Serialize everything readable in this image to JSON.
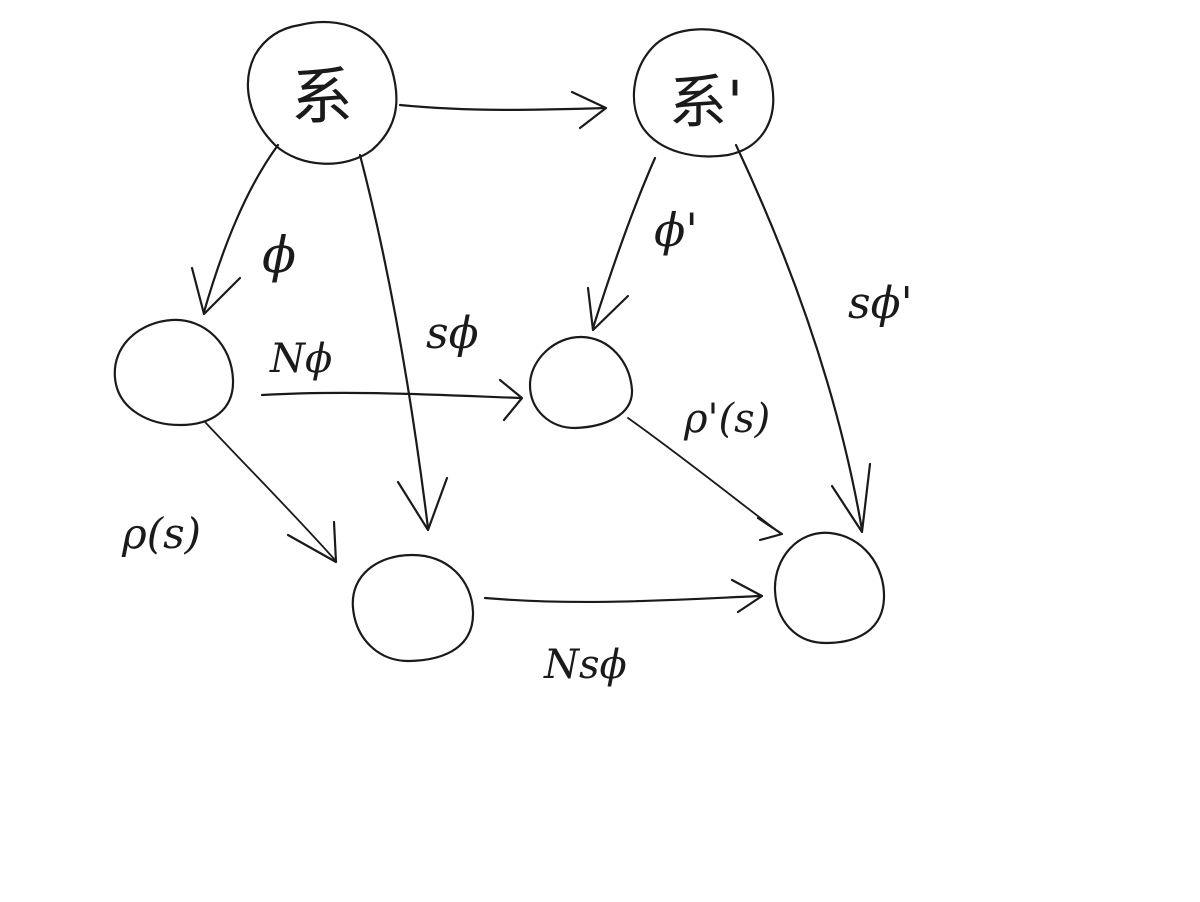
{
  "diagram": {
    "background": "#ffffff",
    "ink": "#1a1a1a",
    "nodes": [
      {
        "id": "sys",
        "label": "系"
      },
      {
        "id": "sys-prime",
        "label": "系'"
      },
      {
        "id": "mid-left",
        "label": ""
      },
      {
        "id": "mid-right",
        "label": ""
      },
      {
        "id": "bottom-left",
        "label": ""
      },
      {
        "id": "bottom-right",
        "label": ""
      }
    ],
    "edges": [
      {
        "id": "sys-to-sys-prime",
        "label": ""
      },
      {
        "id": "phi",
        "label": "ϕ"
      },
      {
        "id": "phi-prime",
        "label": "ϕ'"
      },
      {
        "id": "s-phi",
        "label": "sϕ"
      },
      {
        "id": "s-phi-prime",
        "label": "sϕ'"
      },
      {
        "id": "n-phi",
        "label": "Nϕ"
      },
      {
        "id": "rho-s",
        "label": "ρ(s)"
      },
      {
        "id": "rho-prime-s",
        "label": "ρ'(s)"
      },
      {
        "id": "n-s-phi",
        "label": "Nsϕ"
      }
    ]
  }
}
